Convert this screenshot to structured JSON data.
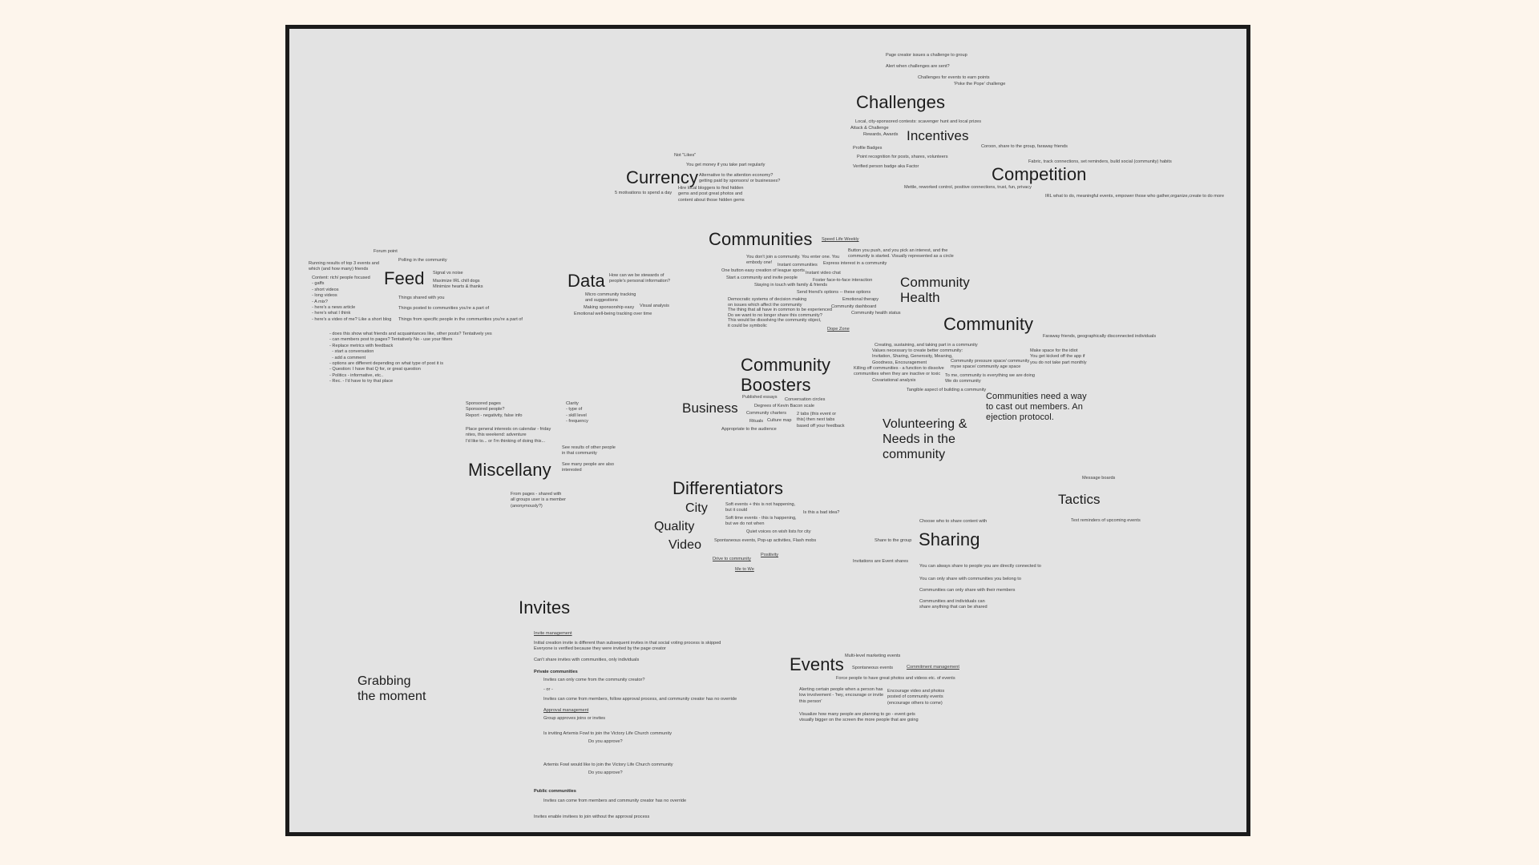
{
  "board": {
    "headings": {
      "challenges": "Challenges",
      "incentives": "Incentives",
      "currency": "Currency",
      "competition": "Competition",
      "communities": "Communities",
      "feed": "Feed",
      "data": "Data",
      "community_health": "Community\nHealth",
      "community": "Community",
      "community_boosters": "Community\nBoosters",
      "business": "Business",
      "communities_need": "Communities need a way\nto cast out members. An\nejection protocol.",
      "volunteering": "Volunteering &\nNeeds in the\ncommunity",
      "miscellany": "Miscellany",
      "differentiators": "Differentiators",
      "city": "City",
      "quality": "Quality",
      "video": "Video",
      "tactics": "Tactics",
      "sharing": "Sharing",
      "invites": "Invites",
      "events": "Events",
      "grabbing": "Grabbing\nthe moment"
    },
    "notes": {
      "ch1": "Page creator issues a challenge to group",
      "ch2": "Alert when challenges are sent?",
      "ch3": "Challenges for events to earn points",
      "ch4": "'Poke the Pope' challenge",
      "ch5": "Local, city-sponsored contests: scavenger hunt and local prizes",
      "ch6": "Attack & Challenge",
      "ch7": "Rewards, Awards",
      "in1": "Profile Badges",
      "in2": "Point recognition for posts, shares, volunteers",
      "in3": "Verified person badge aka Factor",
      "in4": "Coroon, share to the group, faraway friends",
      "co1": "Fabric, track connections, set reminders, build social (community) habits",
      "co2": "Mettle, reworked control, positive connections, trust, fun, privacy",
      "co3": "IRL what to do, meaningful events, empower those who gather,organize,create to do more",
      "cu1": "Not \"Likes\"",
      "cu2": "You get money if you take part regularly",
      "cu3": "Alternative to the attention economy?\ngetting paid by sponsors/ or businesses?",
      "cu4": "5 motivations to spend a day",
      "cu5": "Hire local bloggers to find hidden\ngems and post great photos and\ncontent about those hidden gems",
      "cm1": "Speed Life Weekly",
      "cm2": "Button you push, and you pick an interest, and the\ncommunity is started. Visually represented as a circle",
      "cm3": "You don't join a community. You enter one. You\nembody one!",
      "cm4": "Instant communities",
      "cm5": "Express interest in a community",
      "cm6": "One button easy creation of league sports",
      "cm7": "Instant video chat",
      "cm8": "Start a community and invite people",
      "cm9": "Foster face-to-face interaction",
      "cm10": "Staying in touch with family & friends",
      "cm11": "Send friend's options -- these options",
      "cm12": "Democratic systems of decision making\non issues which affect the community",
      "cm13": "Emotional therapy",
      "cm14": "The thing that all have in common to be experienced\nDo we want to no longer share this community?",
      "cm15": "Community dashboard",
      "cm16": "This would be dissolving the community object,\nit could be symbolic",
      "cm17": "Community health status",
      "cm18": "Dope Zone",
      "fe1": "Forum point",
      "fe2": "Polling in the community",
      "fe3": "Running results of top 3 events and\nwhich (and how many) friends",
      "fe4": "Signal vs noise",
      "fe5": "Content: rich/ people focused\n- gaffs\n- short videos\n- long videos\n- A mix?\n- here's a news article\n- here's what I think\n- here's a video of me? Like a short blog",
      "fe6": "Maximize IRL chill dogs\nMinimize hearts & thanks",
      "fe7": "Things shared with you",
      "fe8": "Things posted to communities you're a part of",
      "fe9": "Things from specific people in the communities you're a part of",
      "fe10": "- does this show what friends and acquaintances like, other posts? Tentatively yes\n- can members post to pages? Tentatively No - use your filters\n- Replace metrics with feedback\n  - start a conversation\n  - add a comment\n- options are different depending on what type of post it is\n- Question: I have that Q for, or great question\n- Politics - informative, etc..\n- Rec. - I'd have to try that place",
      "da1": "How can we be stewards of\npeople's personal information?",
      "da2": "Micro community tracking\nand suggestions",
      "da3": "Making sponsorship easy",
      "da4": "Visual analysis",
      "da5": "Emotional well-being tracking over time",
      "cy1": "Creating, sustaining, and taking part in a community",
      "cy2": "Faraway friends, geographically disconnected individuals",
      "cy3": "Values necessary to create better community:\nInvitation, Sharing, Generosity, Meaning,\nGoodness, Encouragement",
      "cy4": "Make space for the idiot\nYou get kicked off the app if\nyou do not take part monthly",
      "cy5": "Community pressure space/ community\nmyse space/ community age space",
      "cy6": "Killing off communities - a function to dissolve\ncommunities when they are inactive or toxic",
      "cy7": "To me, community is everything we are doing\nWe do community",
      "cy8": "Covariational analysis",
      "cy9": "Tangible aspect of building a community",
      "bo1": "Published essays",
      "bo2": "Conversation circles",
      "bo3": "Degrees of Kevin Bacon scale",
      "bo4": "Community charters",
      "bo5": "2 tabs (this event or\nthis) then next tabs\nbased off your feedback",
      "bo6": "Rituals",
      "bo7": "Culture map",
      "bo8": "Appropriate to the audience",
      "mi1": "Sponsored pages\nSponsored people?\nReport - negativity, false info",
      "mi2": "Clarity\n- type of\n- skill level\n- frequency",
      "mi3": "Place general interests on calendar - friday\nnites, this weekend: adventure\nI'd like to... or I'm thinking of doing this...",
      "mi4": "See results of other people\nin that community",
      "mi5": "See many people are also\ninterested",
      "mi6": "From pages - shared with\nall groups user is a member\n(anonymously?)",
      "di1": "Soft events + this is not happening,\nbut it could",
      "di2": "Is this a bad idea?",
      "di3": "Soft time events - this is happening,\nbut we do not when",
      "di4": "Quiet voices on wish lists for city",
      "di5": "Spontaneous events, Pop-up activities, Flash mobs",
      "di6": "Positivity",
      "di7": "Drive to community",
      "di8": "Me to We",
      "ta1": "Message boards",
      "ta2": "Text reminders of upcoming events",
      "sh1": "Choose who to share content with",
      "sh2": "Share to the group",
      "sh3": "Invitations are Event shares",
      "sh4": "You can always share to people you are directly connected to",
      "sh5": "You can only share with communities you belong to",
      "sh6": "Communities can only share with their members",
      "sh7": "Communities and individuals can\nshare anything that can be shared",
      "iv1": "Invite management",
      "iv2": "Initial creation invite is different than subsequent invites in that social voting process is skipped\nEveryone is verified because they were invited by the page creator",
      "iv3": "Can't share invites with communities, only individuals",
      "iv4": "Private communities",
      "iv5": "Invites can only come from the community creator?",
      "iv6": "- or -",
      "iv7": "Invites can come from members, follow approval process, and community creator has no override",
      "iv8": "Approval management",
      "iv9": "Group approves joins or invites",
      "iv10": "Is inviting Artemis Fowl to join the Victory Life Church community",
      "iv11": "Do you approve?",
      "iv12": "Artemis Fowl would like to join the Victory Life Church community",
      "iv13": "Do you approve?",
      "iv14": "Public communities",
      "iv15": "Invites can come from members and community creator has no override",
      "iv16": "Invites enable invitees to join without the approval process",
      "ev1": "Multi-level marketing events",
      "ev2": "Spontaneous events",
      "ev3": "Commitment management",
      "ev4": "Force people to have great photos and videos etc. of events",
      "ev5": "Alerting certain people when a person has\nlow involvement - 'hey, encourage or invite\nthis person'",
      "ev6": "Encourage video and photos\nposted of community events\n(encourage others to come)",
      "ev7": "Visualize how many people are planning to go - event gets\nvisually bigger on the screen the more people that are going"
    }
  }
}
